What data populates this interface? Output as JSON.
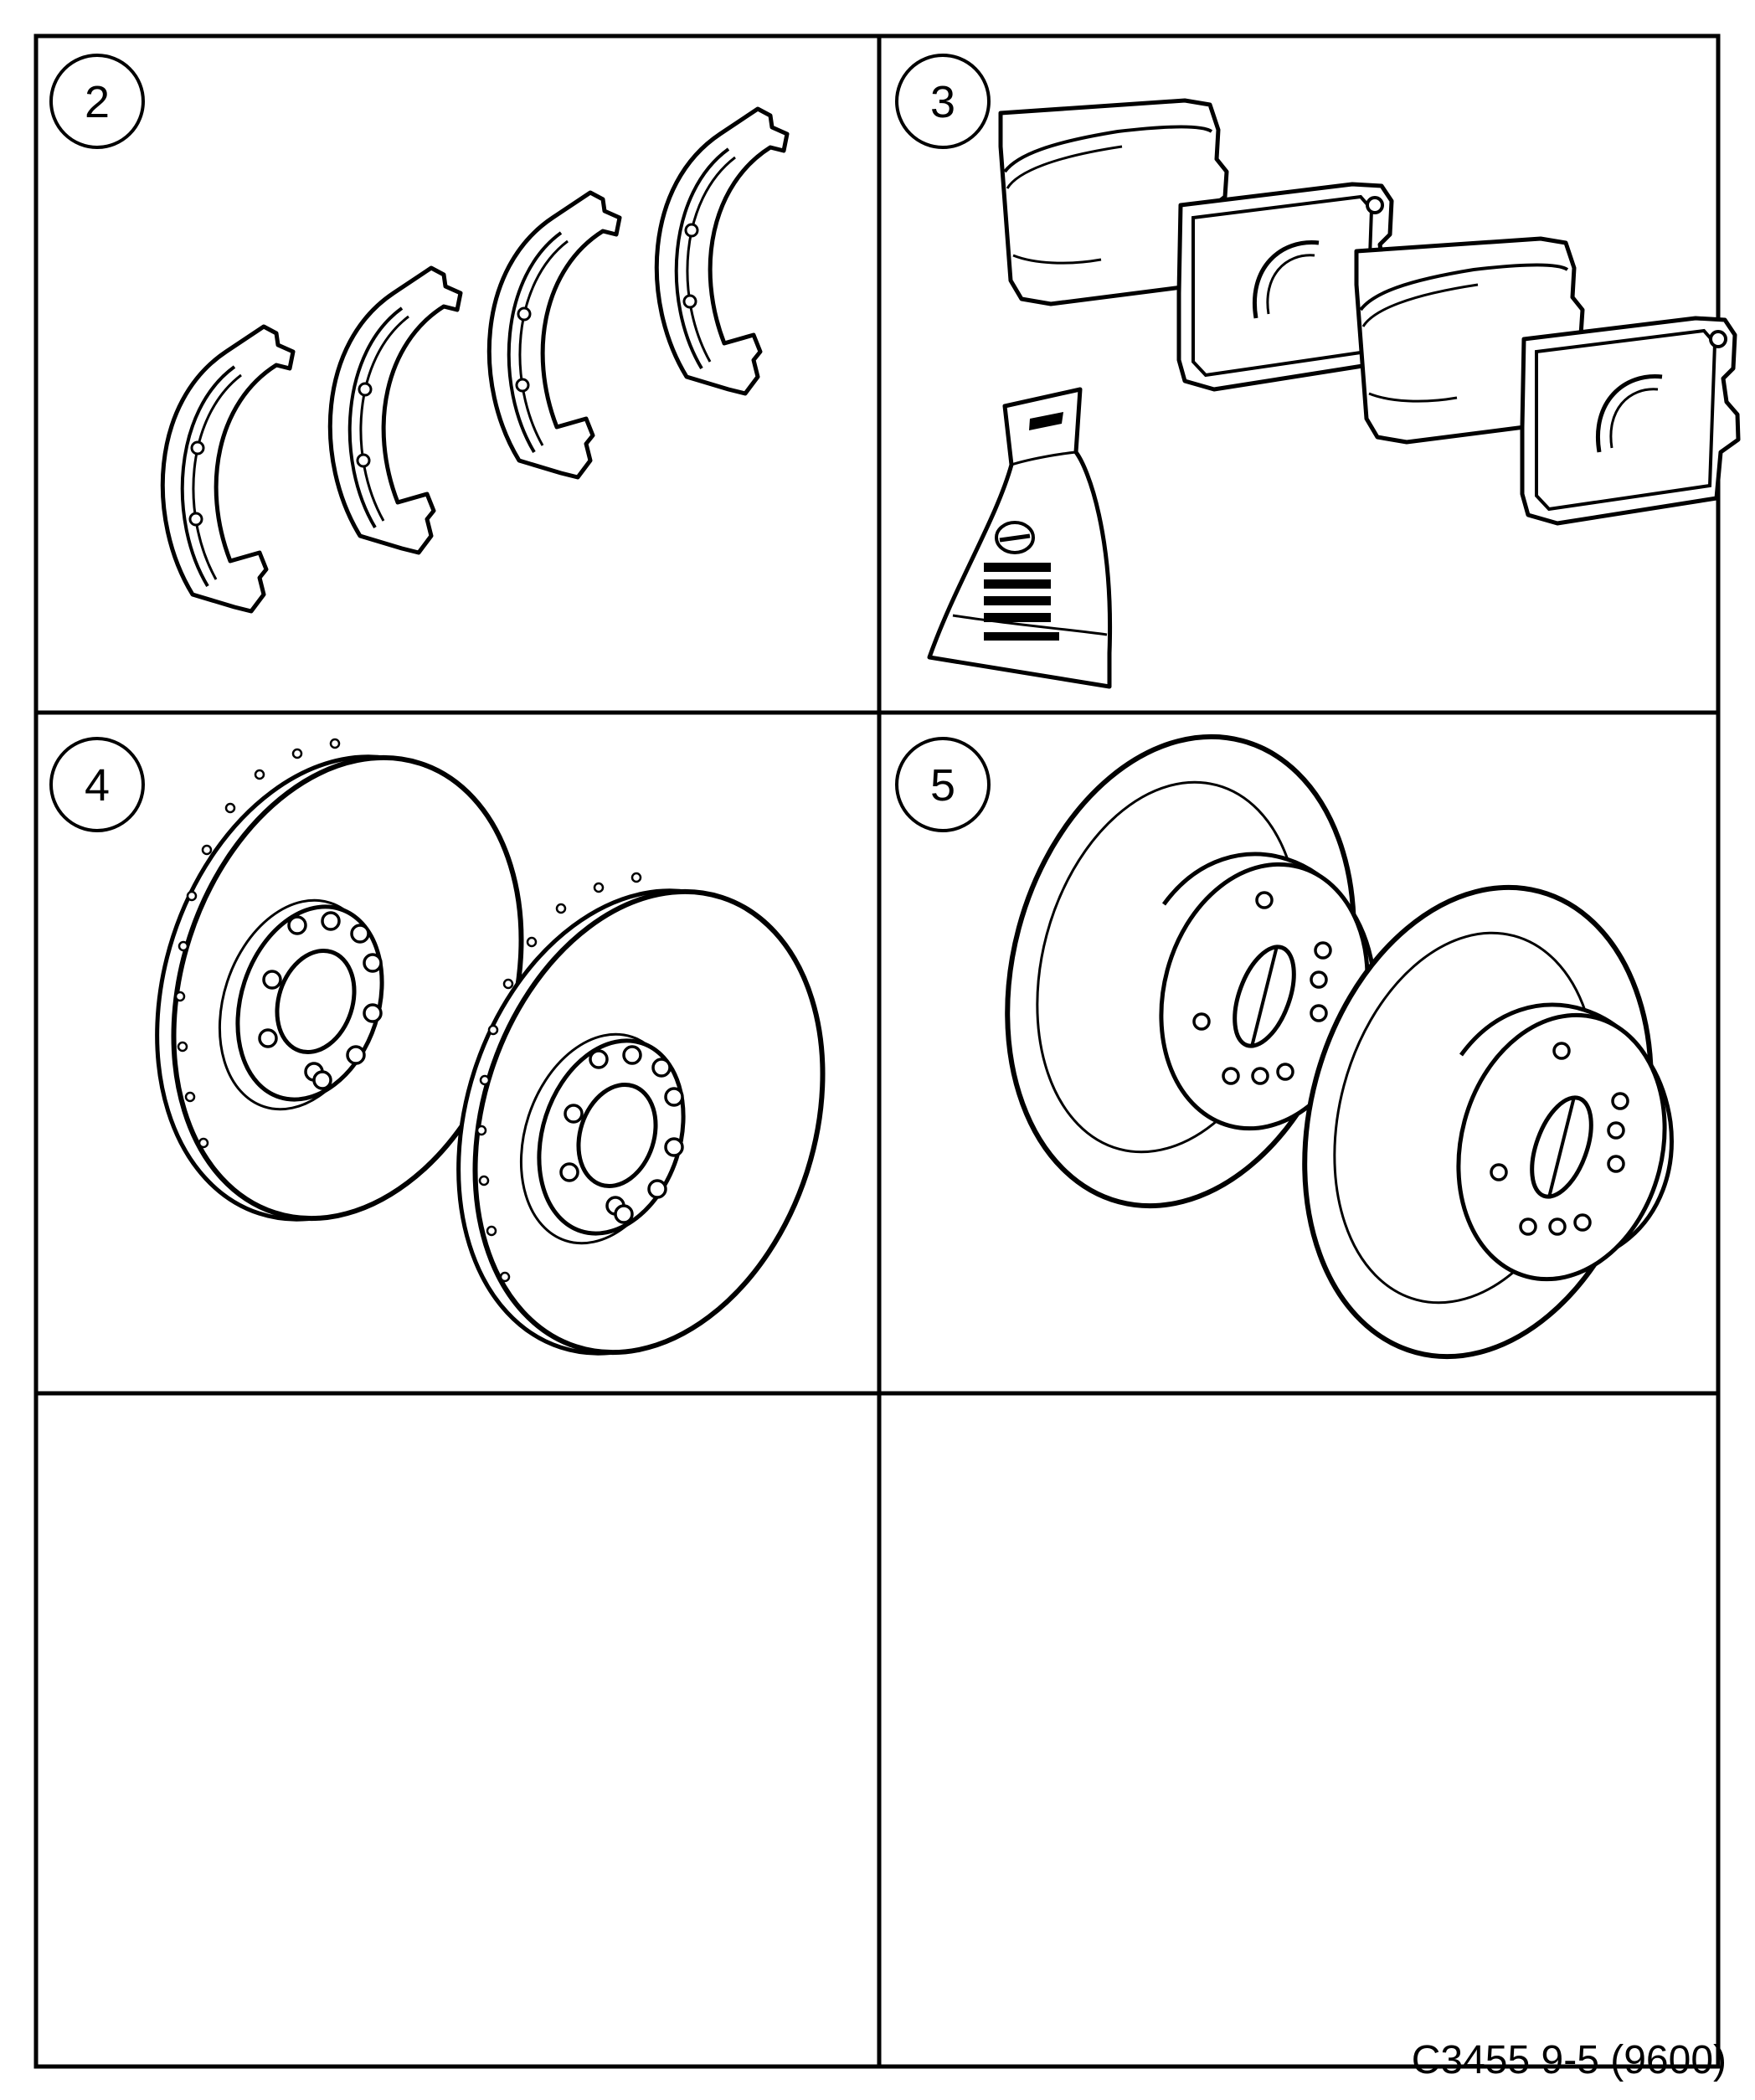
{
  "panels": [
    {
      "number": "2",
      "content": "brake-shoes"
    },
    {
      "number": "3",
      "content": "brake-pads-and-grease"
    },
    {
      "number": "4",
      "content": "vented-brake-discs"
    },
    {
      "number": "5",
      "content": "solid-brake-discs"
    },
    {
      "number": "",
      "content": "empty"
    },
    {
      "number": "",
      "content": "empty"
    }
  ],
  "caption": "C3455 9-5 (9600)",
  "colors": {
    "line": "#000000",
    "background": "#ffffff"
  }
}
